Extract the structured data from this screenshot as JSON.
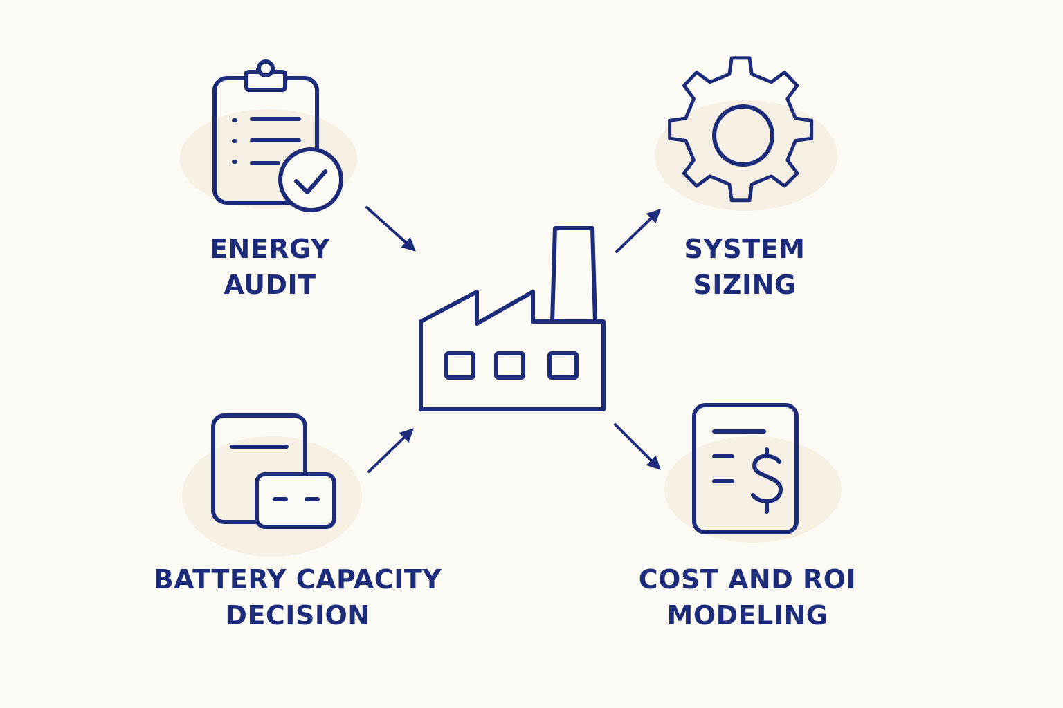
{
  "colors": {
    "stroke": "#1c2c7a",
    "blob": "#f6efe3",
    "background": "#fcfaf5"
  },
  "nodes": {
    "energy_audit": {
      "line1": "ENERGY",
      "line2": "AUDIT",
      "icon": "clipboard-check-icon"
    },
    "system_sizing": {
      "line1": "SYSTEM",
      "line2": "SIZING",
      "icon": "gear-icon"
    },
    "battery_capacity": {
      "line1": "BATTERY CAPACITY",
      "line2": "DECISION",
      "icon": "battery-icon"
    },
    "cost_roi": {
      "line1": "COST AND ROI",
      "line2": "MODELING",
      "icon": "cost-document-icon"
    },
    "center": {
      "icon": "factory-icon"
    }
  }
}
